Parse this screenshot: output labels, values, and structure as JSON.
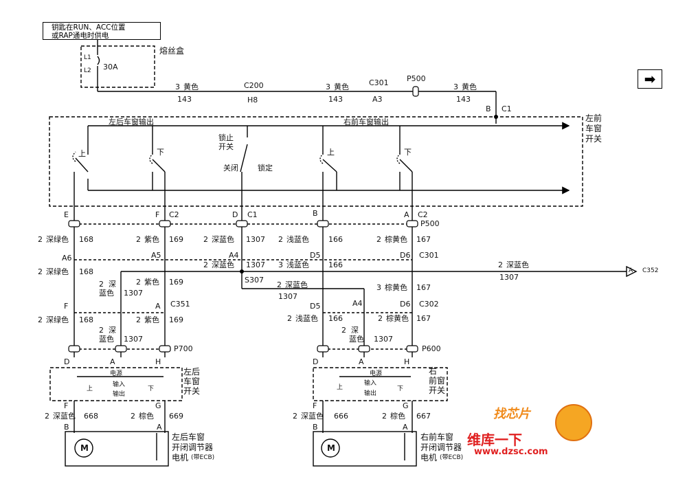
{
  "note": {
    "line1": "钥匙在RUN、ACC位置",
    "line2": "或RAP通电时供电"
  },
  "fuse_box": {
    "label": "熔丝盒",
    "l1": "L1",
    "l2": "L2",
    "fuse": "30A"
  },
  "nav_arrow": "➡",
  "top_wire": [
    {
      "gauge": "3",
      "color": "黄色",
      "circuit": "143"
    },
    {
      "gauge": "3",
      "color": "黄色",
      "circuit": "143"
    },
    {
      "gauge": "3",
      "color": "黄色",
      "circuit": "143"
    }
  ],
  "top_connectors": [
    {
      "name": "C200",
      "pin": "H8"
    },
    {
      "name": "C301",
      "pin": "A3"
    },
    {
      "name": "P500",
      "pin": ""
    }
  ],
  "master_switch": {
    "title": [
      "左前",
      "车窗",
      "开关"
    ],
    "in_pin": "B",
    "in_conn": "C1",
    "lr_output": "左后车窗输出",
    "rf_output": "右前车窗输出",
    "up": "上",
    "down": "下",
    "lock": "锁止",
    "lock2": "开关",
    "close": "关闭",
    "locked": "锁定"
  },
  "pins_top": [
    {
      "pin": "E",
      "conn": ""
    },
    {
      "pin": "F",
      "conn": "C2"
    },
    {
      "pin": "D",
      "conn": "C1"
    },
    {
      "pin": "B",
      "conn": ""
    },
    {
      "pin": "A",
      "conn": "C2"
    }
  ],
  "p500": "P500",
  "wires_a": [
    {
      "g": "2",
      "c": "深绿色",
      "n": "168"
    },
    {
      "g": "2",
      "c": "紫色",
      "n": "169"
    },
    {
      "g": "2",
      "c": "深蓝色",
      "n": "1307"
    },
    {
      "g": "2",
      "c": "浅蓝色",
      "n": "166"
    },
    {
      "g": "2",
      "c": "棕黄色",
      "n": "167"
    }
  ],
  "c301": {
    "a6": "A6",
    "a5": "A5",
    "a4": "A4",
    "d5": "D5",
    "d6": "D6",
    "name": "C301"
  },
  "wires_b": {
    "g168": "2",
    "c168": "深绿色",
    "n168": "168",
    "g1307": "2",
    "c1307": "深蓝色",
    "n1307": "1307",
    "g166": "3",
    "c166": "浅蓝色",
    "n166": "166",
    "gbus": "2",
    "cbus": "深蓝色",
    "nbus": "1307",
    "splice": "S307",
    "dest": "C352",
    "destpin": "A"
  },
  "lr_mid": {
    "g169": "2",
    "c169": "紫色",
    "n169": "169",
    "g1307a": "2",
    "c1307a": "深",
    "c1307b": "蓝色",
    "n1307": "1307",
    "f": "F",
    "a": "A",
    "c351": "C351"
  },
  "rf_mid": {
    "g1307": "2",
    "c1307": "深蓝色",
    "n1307": "1307",
    "g167": "3",
    "c167": "棕黄色",
    "n167": "167",
    "d5": "D5",
    "a4": "A4",
    "d6": "D6",
    "c302": "C302"
  },
  "lr_lower": [
    {
      "g": "2",
      "c": "深绿色",
      "n": "168"
    },
    {
      "g": "2",
      "c": "深",
      "c2": "蓝色",
      "n": "1307"
    },
    {
      "g": "2",
      "c": "紫色",
      "n": "169"
    }
  ],
  "rf_lower": [
    {
      "g": "2",
      "c": "浅蓝色",
      "n": "166"
    },
    {
      "g": "2",
      "c": "深",
      "c2": "蓝色",
      "n": "1307"
    },
    {
      "g": "2",
      "c": "棕黄色",
      "n": "167"
    }
  ],
  "p700": "P700",
  "p600": "P600",
  "lr_switch": {
    "title": [
      "左后",
      "车窗",
      "开关"
    ],
    "pins": [
      "D",
      "A",
      "H"
    ],
    "power": "电源",
    "input": "输入",
    "output": "输出",
    "up": "上",
    "down": "下"
  },
  "rf_switch": {
    "title": [
      "右",
      "前窗",
      "开关"
    ],
    "pins": [
      "D",
      "A",
      "H"
    ],
    "power": "电源",
    "input": "输入",
    "output": "输出",
    "up": "上",
    "down": "下"
  },
  "lr_motor_wires": [
    {
      "pin": "F",
      "g": "2",
      "c": "深蓝色",
      "n": "668",
      "mp": "B"
    },
    {
      "pin": "G",
      "g": "2",
      "c": "棕色",
      "n": "669",
      "mp": "A"
    }
  ],
  "rf_motor_wires": [
    {
      "pin": "F",
      "g": "2",
      "c": "深蓝色",
      "n": "666",
      "mp": "B"
    },
    {
      "pin": "G",
      "g": "2",
      "c": "棕色",
      "n": "667",
      "mp": "A"
    }
  ],
  "lr_motor": {
    "l1": "左后车窗",
    "l2": "开闭调节器",
    "l3": "电机",
    "ecb": "(带ECB)",
    "m": "M"
  },
  "rf_motor": {
    "l1": "右前车窗",
    "l2": "开闭调节器",
    "l3": "电机",
    "ecb": "(带ECB)",
    "m": "M"
  },
  "watermark": {
    "logo": "找芯片",
    "brand": "维库一下",
    "url": "www.dzsc.com"
  },
  "colors": {
    "line": "#000000",
    "logo_orange": "#f08a1a",
    "logo_red": "#e02020"
  }
}
